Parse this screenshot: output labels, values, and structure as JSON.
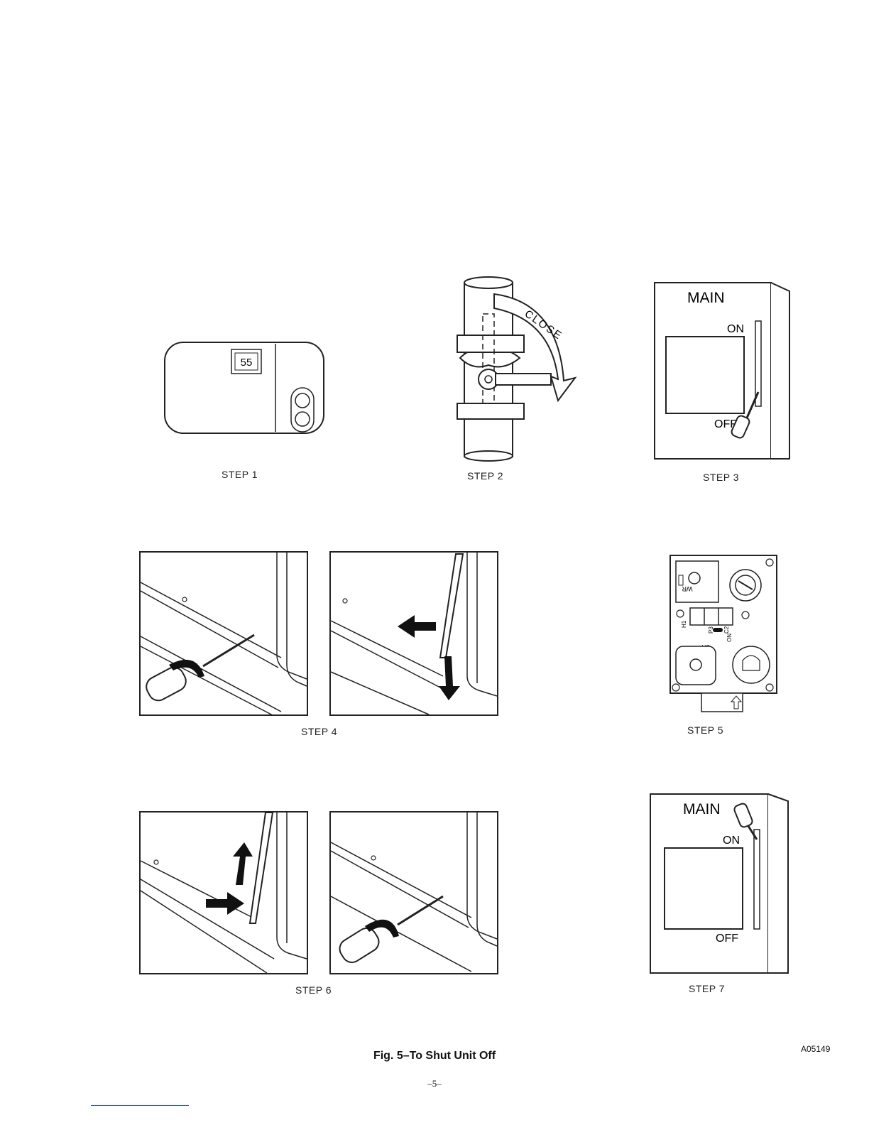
{
  "steps": {
    "step1": "STEP 1",
    "step2": "STEP 2",
    "step3": "STEP 3",
    "step4": "STEP 4",
    "step5": "STEP 5",
    "step6": "STEP 6",
    "step7": "STEP 7"
  },
  "thermostat": {
    "display": "55"
  },
  "valve": {
    "label": "CLOSE"
  },
  "switch": {
    "title": "MAIN",
    "on": "ON",
    "off": "OFF"
  },
  "gas_valve": {
    "labels": [
      "WR",
      "H1",
      "P3",
      "C2",
      "ON",
      "OFF"
    ]
  },
  "figure": {
    "title": "Fig. 5–To Shut Unit Off",
    "id": "A05149"
  },
  "page": {
    "number": "–5–"
  }
}
